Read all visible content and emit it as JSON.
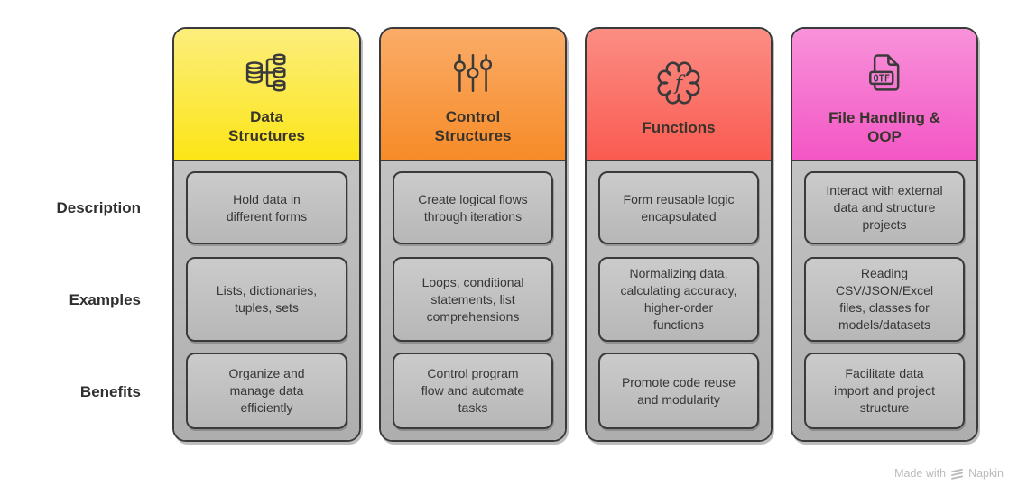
{
  "row_labels": [
    "Description",
    "Examples",
    "Benefits"
  ],
  "columns": [
    {
      "title": "Data\nStructures",
      "icon": "database-tree-icon",
      "cells": [
        "Hold data in\ndifferent forms",
        "Lists, dictionaries,\ntuples, sets",
        "Organize and\nmanage data\nefficiently"
      ]
    },
    {
      "title": "Control\nStructures",
      "icon": "sliders-icon",
      "cells": [
        "Create logical flows\nthrough iterations",
        "Loops, conditional\nstatements, list\ncomprehensions",
        "Control program\nflow and automate\ntasks"
      ]
    },
    {
      "title": "Functions",
      "icon": "function-badge-icon",
      "cells": [
        "Form reusable logic\nencapsulated",
        "Normalizing data,\ncalculating accuracy,\nhigher-order\nfunctions",
        "Promote code reuse\nand modularity"
      ]
    },
    {
      "title": "File Handling &\nOOP",
      "icon": "otf-file-icon",
      "cells": [
        "Interact with external\ndata and structure\nprojects",
        "Reading\nCSV/JSON/Excel\nfiles, classes for\nmodels/datasets",
        "Facilitate data\nimport and project\nstructure"
      ]
    }
  ],
  "footer": {
    "made_with": "Made with",
    "brand": "Napkin"
  },
  "colors": {
    "header_gradients": [
      [
        "#FCEE7D",
        "#FCE516"
      ],
      [
        "#FAAC68",
        "#F78B28"
      ],
      [
        "#FB8D84",
        "#FA5B51"
      ],
      [
        "#F892DA",
        "#F356C5"
      ]
    ],
    "border": "#3A3A3A",
    "column_body_top": "#C3C3C3",
    "column_body_bottom": "#AEAEAE",
    "cell_top": "#CBCBCB",
    "cell_bottom": "#B7B7B7",
    "row_label_color": "#2F2F2F",
    "footer_color": "#BCBCBC"
  }
}
